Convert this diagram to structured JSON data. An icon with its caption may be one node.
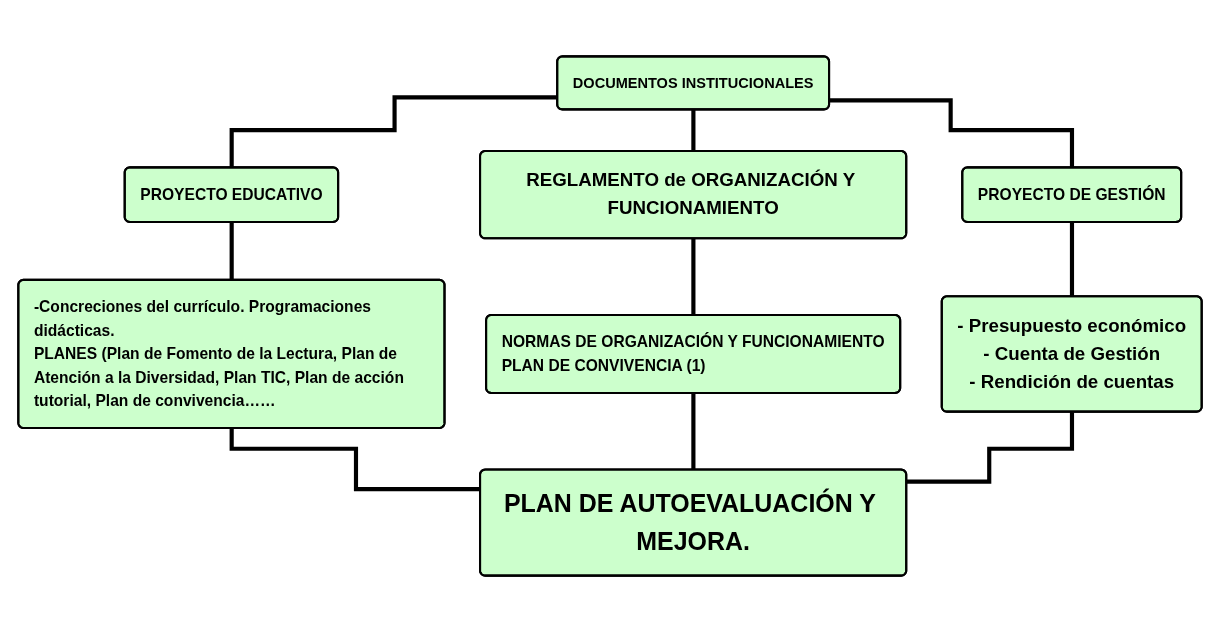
{
  "diagram": {
    "nodes": [
      {
        "text": [
          "DOCUMENTOS INSTITUCIONALES"
        ]
      },
      {
        "text": [
          "PROYECTO EDUCATIVO"
        ]
      },
      {
        "text": [
          "REGLAMENTO de ORGANIZACIÓN Y FUNCIONAMIENTO"
        ]
      },
      {
        "text": [
          "PROYECTO DE GESTIÓN"
        ]
      },
      {
        "text": [
          "-Concreciones del currículo. Programaciones didácticas.",
          "PLANES (Plan de Fomento de la Lectura, Plan de Atención a la Diversidad, Plan TIC, Plan de acción tutorial, Plan de convivencia……"
        ]
      },
      {
        "text": [
          "NORMAS DE ORGANIZACIÓN Y FUNCIONAMIENTO",
          "PLAN DE CONVIVENCIA (1)"
        ]
      },
      {
        "text": [
          "- Presupuesto económico",
          "- Cuenta de Gestión",
          "- Rendición de cuentas"
        ]
      },
      {
        "text": [
          "PLAN DE AUTOEVALUACIÓN Y MEJORA."
        ]
      }
    ],
    "edges": [
      {
        "from": 0,
        "to": 1,
        "arrow": "none"
      },
      {
        "from": 0,
        "to": 2,
        "arrow": "none"
      },
      {
        "from": 0,
        "to": 3,
        "arrow": "none"
      },
      {
        "from": 1,
        "to": 4,
        "arrow": "none"
      },
      {
        "from": 2,
        "to": 5,
        "arrow": "none"
      },
      {
        "from": 3,
        "to": 6,
        "arrow": "none"
      },
      {
        "from": 4,
        "to": 7,
        "arrow": "none"
      },
      {
        "from": 5,
        "to": 7,
        "arrow": "none"
      },
      {
        "from": 6,
        "to": 7,
        "arrow": "none"
      }
    ]
  }
}
